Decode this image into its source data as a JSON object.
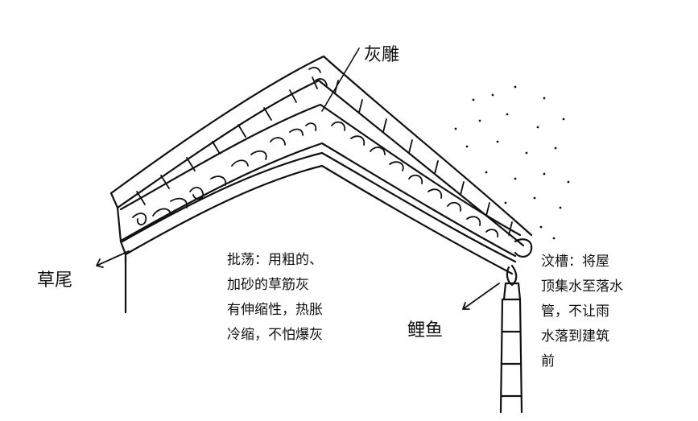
{
  "labels": {
    "huidiao": "灰雕",
    "caowei": "草尾",
    "liyu": "鲤鱼"
  },
  "notes": {
    "left": [
      "批荡：用粗的、",
      "加砂的草筋灰",
      "有伸缩性，热胀",
      "冷缩，不怕爆灰"
    ],
    "right": [
      "汶槽：将屋",
      "顶集水至落水",
      "管，不让雨",
      "水落到建筑",
      "前"
    ]
  },
  "colors": {
    "ink": "#111111",
    "background": "#ffffff"
  }
}
